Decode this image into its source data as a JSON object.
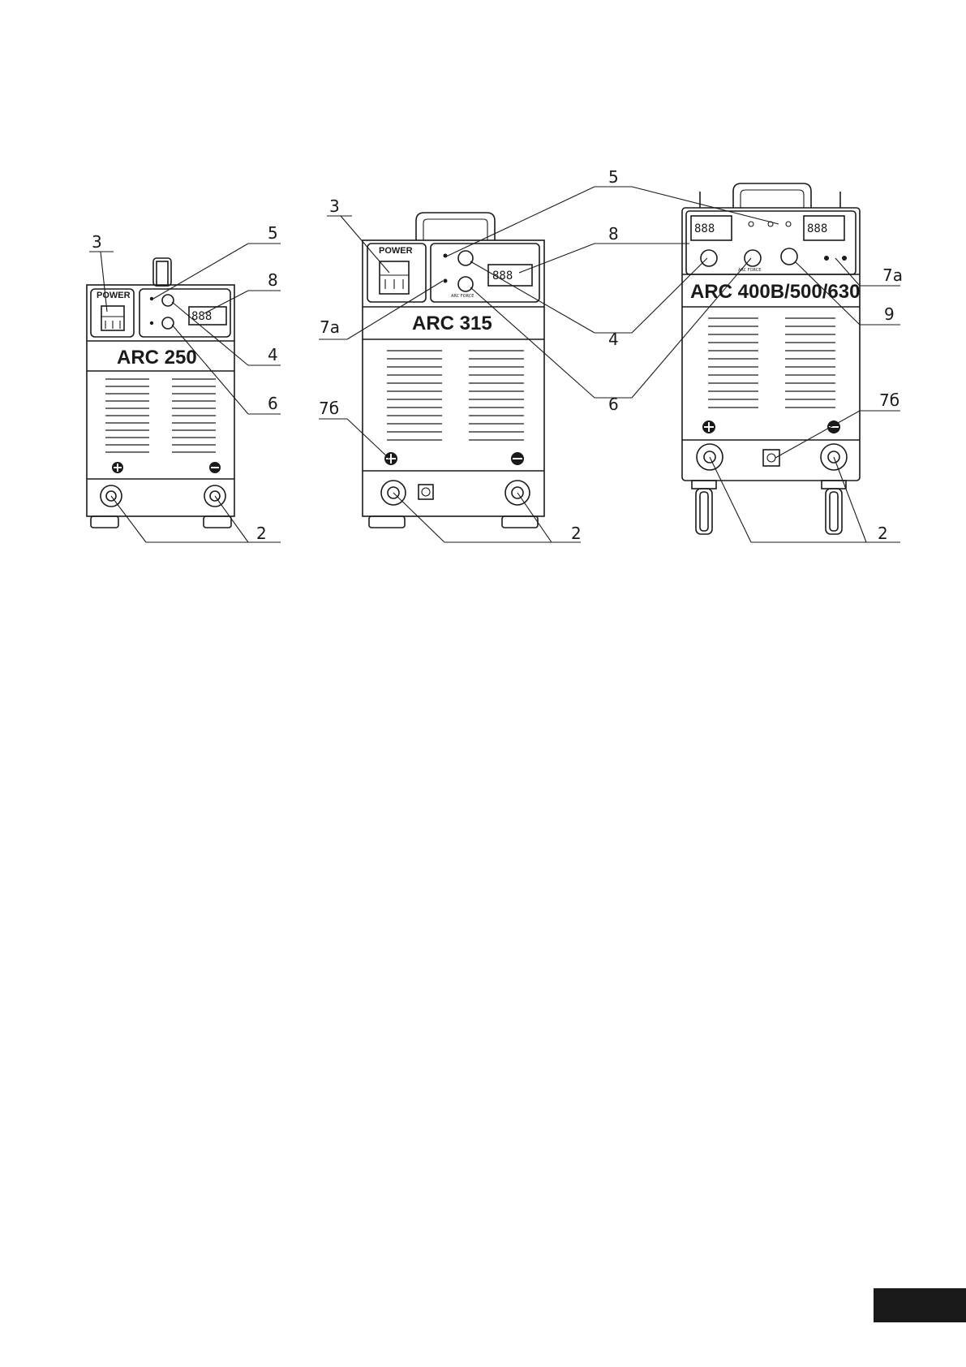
{
  "diagrams": {
    "arc250": {
      "model_label": "ARC 250",
      "power_label": "POWER",
      "display_digits": "888",
      "callouts": {
        "c3": "3",
        "c5": "5",
        "c8": "8",
        "c4": "4",
        "c6": "6",
        "c2": "2"
      }
    },
    "arc315": {
      "model_label": "ARC 315",
      "power_label": "POWER",
      "display_digits": "888",
      "knob_label": "ARC FORCE",
      "callouts": {
        "c3": "3",
        "c7a": "7a",
        "c7b": "7б",
        "c2": "2"
      }
    },
    "arc400": {
      "model_label": "ARC 400B/500/630",
      "display_left": "888",
      "display_right": "888",
      "knob_label": "ARC FORCE",
      "callouts": {
        "c5": "5",
        "c8": "8",
        "c7a": "7a",
        "c4": "4",
        "c9": "9",
        "c6": "6",
        "c7b": "7б",
        "c2": "2"
      }
    }
  },
  "page_marker": ""
}
